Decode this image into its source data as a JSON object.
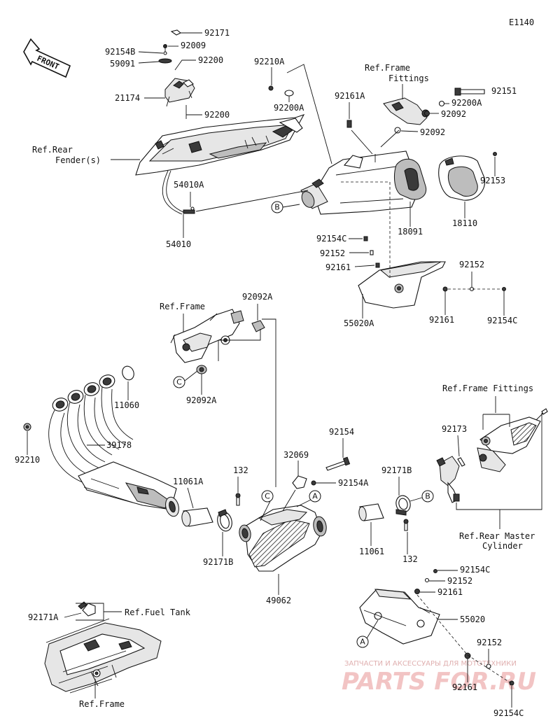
{
  "diagram_code": "E1140",
  "front_label": "FRONT",
  "labels": {
    "p92171_top": "92171",
    "p92009": "92009",
    "p92154B": "92154B",
    "p59091": "59091",
    "p92200_top": "92200",
    "p21174": "21174",
    "p92200_mid": "92200",
    "ref_rear_fender_1": "Ref.Rear",
    "ref_rear_fender_2": "Fender(s)",
    "p54010A": "54010A",
    "p54010": "54010",
    "p92210A": "92210A",
    "p92200A_left": "92200A",
    "ref_frame_fittings_1": "Ref.Frame",
    "ref_frame_fittings_2": "Fittings",
    "p92151": "92151",
    "p92200A_right": "92200A",
    "p92092_a": "92092",
    "p92092_b": "92092",
    "p92161A": "92161A",
    "p92153": "92153",
    "p18091": "18091",
    "p18110": "18110",
    "p92154C_mid": "92154C",
    "p92152_mid": "92152",
    "p92161_mid": "92161",
    "p92152_right": "92152",
    "p55020A": "55020A",
    "p92161_right": "92161",
    "p92154C_right": "92154C",
    "ref_frame_mid": "Ref.Frame",
    "p92092A_top": "92092A",
    "p92092A_bot": "92092A",
    "p11060": "11060",
    "p92210": "92210",
    "p39178": "39178",
    "ref_frame_fittings_r": "Ref.Frame Fittings",
    "p92173": "92173",
    "p92154": "92154",
    "p32069": "32069",
    "p132_left": "132",
    "p11061A": "11061A",
    "p92154A": "92154A",
    "p92171B_right": "92171B",
    "p92171B_left": "92171B",
    "p11061": "11061",
    "p132_right": "132",
    "p49062": "49062",
    "ref_rear_master_1": "Ref.Rear Master",
    "ref_rear_master_2": "Cylinder",
    "p92154C_low": "92154C",
    "p92152_low": "92152",
    "p92161_low": "92161",
    "p55020": "55020",
    "p92171A": "92171A",
    "ref_fuel_tank": "Ref.Fuel Tank",
    "ref_frame_bottom": "Ref.Frame",
    "p92152_bottom": "92152",
    "p92161_bottom": "92161",
    "p92154C_bottom": "92154C"
  },
  "callouts": {
    "B": "B",
    "C": "C",
    "A": "A"
  },
  "watermark": {
    "caption": "ЗАПЧАСТИ И АКСЕССУАРЫ ДЛЯ МОТОТЕХНИКИ",
    "brand": "PARTS FOR.RU"
  }
}
